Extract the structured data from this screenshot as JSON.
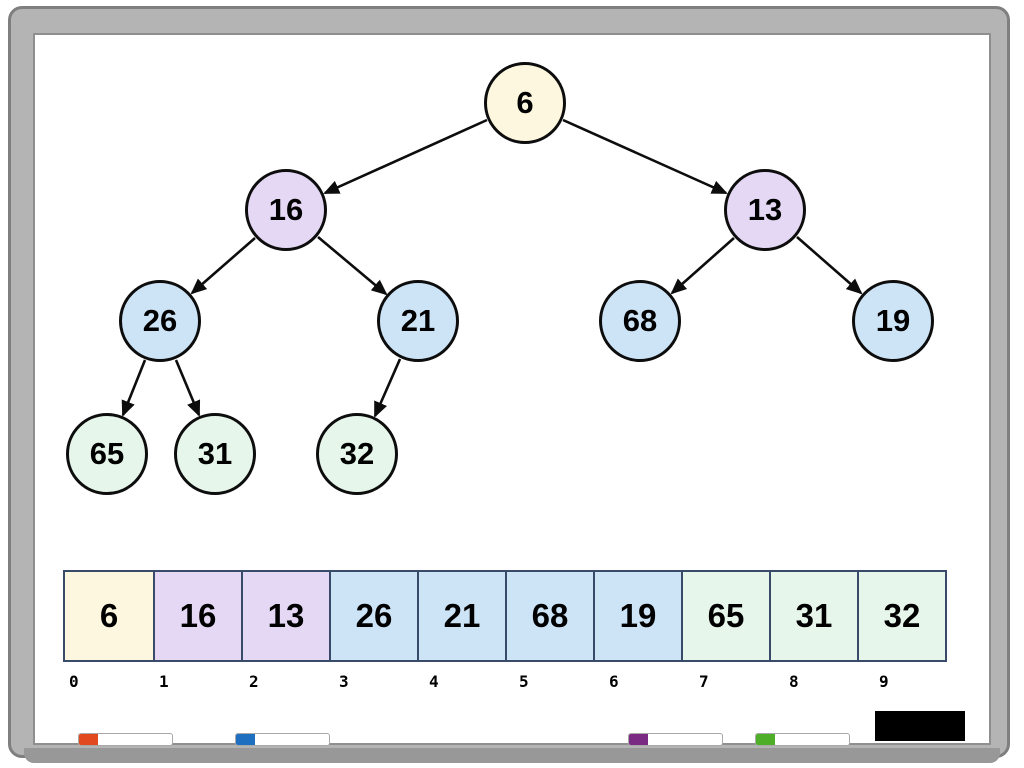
{
  "tree": {
    "nodes": [
      {
        "value": "6",
        "level": "root"
      },
      {
        "value": "16",
        "level": "1"
      },
      {
        "value": "13",
        "level": "1"
      },
      {
        "value": "26",
        "level": "2"
      },
      {
        "value": "21",
        "level": "2"
      },
      {
        "value": "68",
        "level": "2"
      },
      {
        "value": "19",
        "level": "2"
      },
      {
        "value": "65",
        "level": "3"
      },
      {
        "value": "31",
        "level": "3"
      },
      {
        "value": "32",
        "level": "3"
      }
    ],
    "edges": [
      [
        0,
        1
      ],
      [
        0,
        2
      ],
      [
        1,
        3
      ],
      [
        1,
        4
      ],
      [
        2,
        5
      ],
      [
        2,
        6
      ],
      [
        3,
        7
      ],
      [
        3,
        8
      ],
      [
        4,
        9
      ]
    ]
  },
  "array": {
    "cells": [
      {
        "value": "6",
        "index": "0"
      },
      {
        "value": "16",
        "index": "1"
      },
      {
        "value": "13",
        "index": "2"
      },
      {
        "value": "26",
        "index": "3"
      },
      {
        "value": "21",
        "index": "4"
      },
      {
        "value": "68",
        "index": "5"
      },
      {
        "value": "19",
        "index": "6"
      },
      {
        "value": "65",
        "index": "7"
      },
      {
        "value": "31",
        "index": "8"
      },
      {
        "value": "32",
        "index": "9"
      }
    ]
  },
  "tray": {
    "markers": [
      {
        "name": "red-marker",
        "color": "#e2491f"
      },
      {
        "name": "blue-marker",
        "color": "#1f6fc0"
      },
      {
        "name": "purple-marker",
        "color": "#7b2a84"
      },
      {
        "name": "green-marker",
        "color": "#4fae28"
      }
    ],
    "eraser_color": "#000000"
  },
  "colors": {
    "node_root": "#fdf7df",
    "node_level1": "#e4d8f4",
    "node_level2": "#cde3f6",
    "node_level3": "#e6f6ea",
    "array_border": "#3a4a6b",
    "frame": "#b4b4b4"
  }
}
